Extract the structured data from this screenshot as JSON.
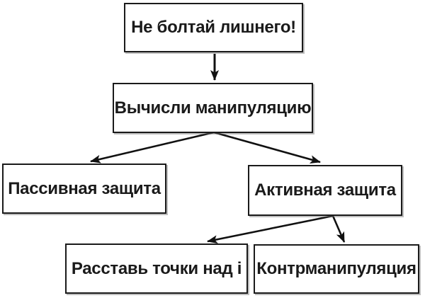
{
  "diagram": {
    "type": "flowchart",
    "nodes": {
      "root": {
        "label": "Не болтай лишнего!"
      },
      "compute": {
        "label": "Вычисли манипуляцию"
      },
      "passive": {
        "label": "Пассивная защита"
      },
      "active": {
        "label": "Активная защита"
      },
      "dots": {
        "label": "Расставь точки над i"
      },
      "counter": {
        "label": "Контрманипуляция"
      }
    },
    "edges": [
      {
        "from": "root",
        "to": "compute"
      },
      {
        "from": "compute",
        "to": "passive"
      },
      {
        "from": "compute",
        "to": "active"
      },
      {
        "from": "active",
        "to": "dots"
      },
      {
        "from": "active",
        "to": "counter"
      }
    ],
    "colors": {
      "background": "#ffffff",
      "box_background": "#ffffff",
      "box_border": "#1a1a1a",
      "text": "#1a1a1a",
      "arrow": "#111111"
    }
  }
}
